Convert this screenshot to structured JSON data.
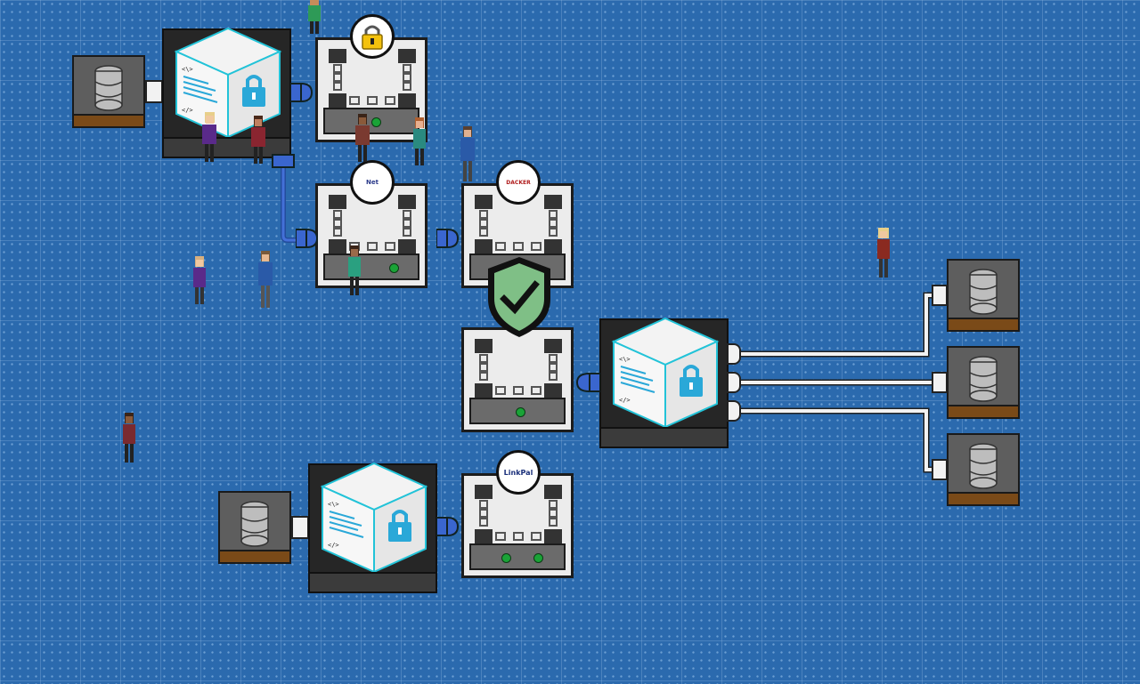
{
  "scene": {
    "background": "#2b6aae",
    "accent_cable_blue": "#2f5fc4",
    "accent_cable_white": "#f2f2f2"
  },
  "badges": {
    "lock": "lock-icon",
    "net_label": "Net",
    "dacker_label": "DACKER",
    "shield": "shield-check-icon",
    "linkpal_label": "LinkPal"
  },
  "server_code_text": [
    "<\\>",
    "</>"
  ]
}
